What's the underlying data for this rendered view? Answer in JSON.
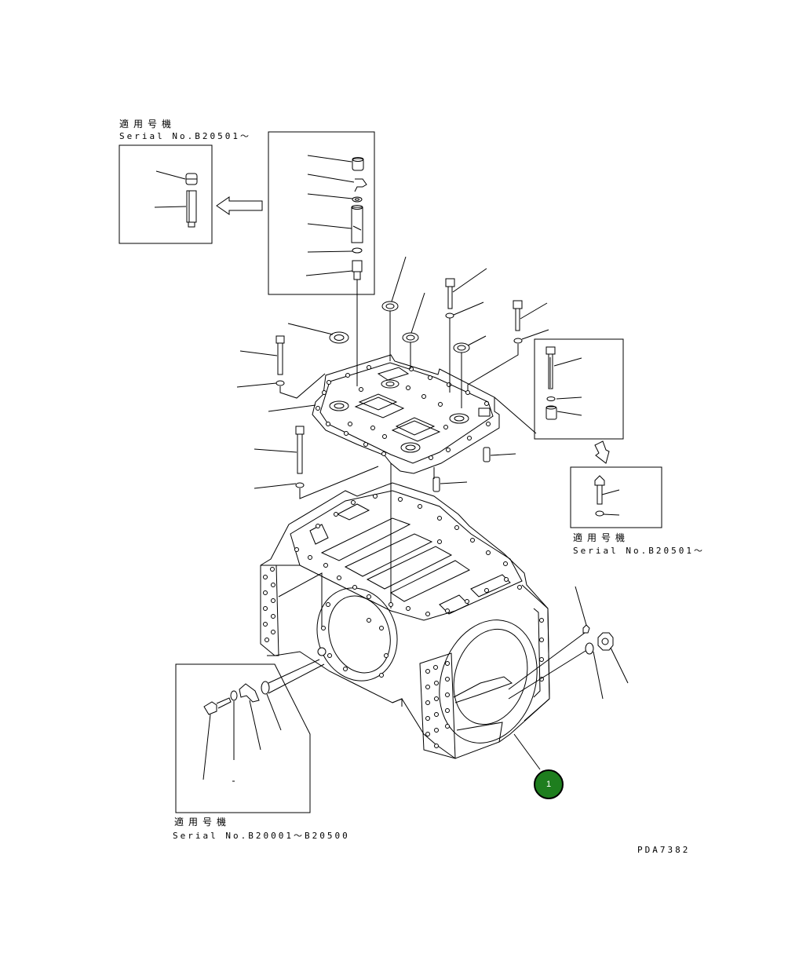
{
  "notes": {
    "top_left": {
      "jp": "適用号機",
      "serial": "Serial No.B20501～"
    },
    "right": {
      "jp": "適用号機",
      "serial": "Serial No.B20501～"
    },
    "bottom": {
      "jp": "適用号機",
      "serial": "Serial No.B20001～B20500"
    }
  },
  "callout": {
    "number": "1",
    "color": "#1e7e1e"
  },
  "drawing_id": "PDA7382"
}
